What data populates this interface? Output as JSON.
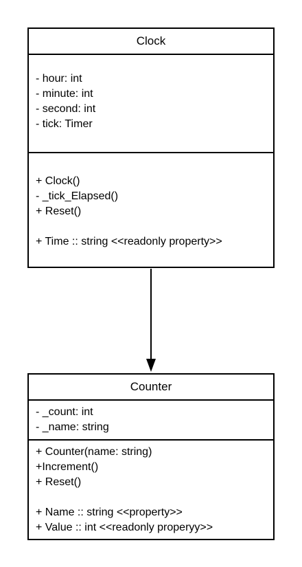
{
  "classes": {
    "clock": {
      "name": "Clock",
      "attributes": [
        "- hour: int",
        "- minute: int",
        "- second: int",
        "- tick: Timer"
      ],
      "operations": [
        "+ Clock()",
        "- _tick_Elapsed()",
        "+ Reset()",
        "",
        "+ Time :: string <<readonly property>>"
      ]
    },
    "counter": {
      "name": "Counter",
      "attributes": [
        "- _count: int",
        "- _name: string"
      ],
      "operations": [
        "+ Counter(name: string)",
        "+Increment()",
        "+ Reset()",
        "",
        "+ Name :: string <<property>>",
        "+ Value :: int <<readonly properyy>>"
      ]
    }
  },
  "colors": {
    "stroke": "#000000",
    "fill": "#ffffff"
  }
}
